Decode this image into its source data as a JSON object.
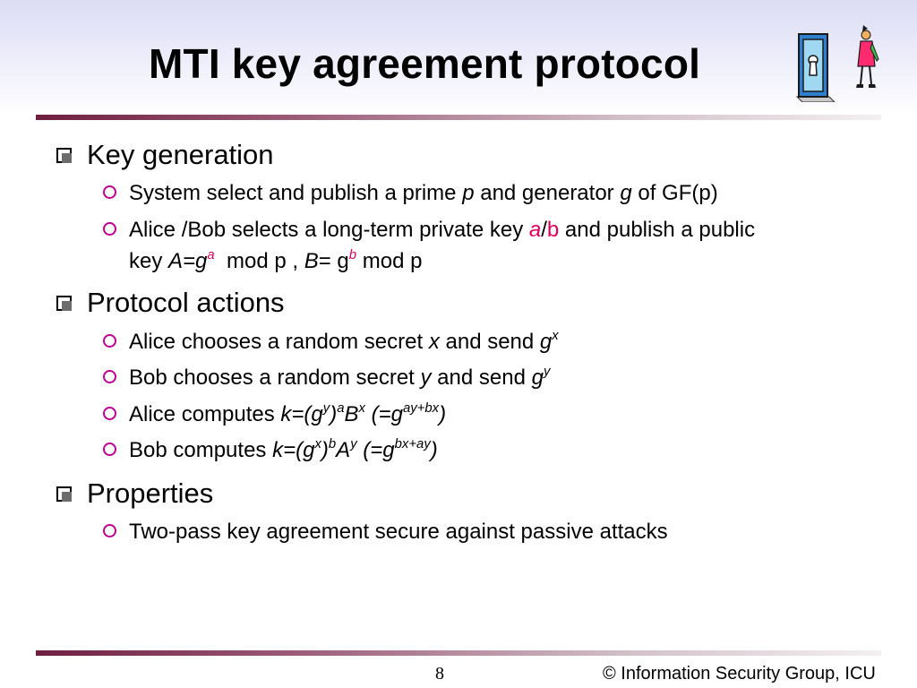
{
  "title": "MTI key agreement protocol",
  "sections": [
    {
      "heading": "Key generation",
      "items": {
        "sys": {
          "t1": "System select and publish a prime ",
          "p": "p",
          "t2": " and generator ",
          "g": "g",
          "t3": " of GF(p)"
        },
        "alice_bob": {
          "t1": "Alice /Bob selects a long-term private key ",
          "a": "a",
          "slash": "/",
          "b": "b",
          "t2": " and publish a public",
          "t3": "key ",
          "A": "A",
          "eq1": "=g",
          "sa": "a",
          "t4": "  mod p , ",
          "B": "B",
          "eq2": "= g",
          "sb": "b",
          "t5": " mod p"
        }
      }
    },
    {
      "heading": "Protocol actions",
      "items": {
        "alice_choose": {
          "t1": "Alice chooses a random secret ",
          "x": "x",
          "t2": " and send ",
          "g": "g",
          "sx": "x"
        },
        "bob_choose": {
          "t1": "Bob chooses a random secret ",
          "y": "y",
          "t2": " and send ",
          "g": "g",
          "sy": "y"
        },
        "alice_comp": {
          "t1": "Alice computes ",
          "f1": "k=(g",
          "s1": "y",
          "f2": ")",
          "s2": "a",
          "f3": "B",
          "s3": "x",
          "f4": " (=g",
          "s4": "ay+bx",
          "f5": ")"
        },
        "bob_comp": {
          "t1": "Bob computes ",
          "f1": "k=(g",
          "s1": "x",
          "f2": ")",
          "s2": "b",
          "f3": "A",
          "s3": "y",
          "f4": " (=g",
          "s4": "bx+ay",
          "f5": ")"
        }
      }
    },
    {
      "heading": "Properties",
      "items": {
        "two_pass": {
          "t1": "Two-pass key agreement secure against passive attacks"
        }
      }
    }
  ],
  "footer": {
    "page": "8",
    "copyright": "© Information Security Group, ICU"
  },
  "colors": {
    "accent_red": "#e0005c",
    "bullet_magenta": "#c00090",
    "rule": "#6e1f3f"
  },
  "icons": [
    "door-keyhole-icon",
    "woman-figure-icon"
  ]
}
